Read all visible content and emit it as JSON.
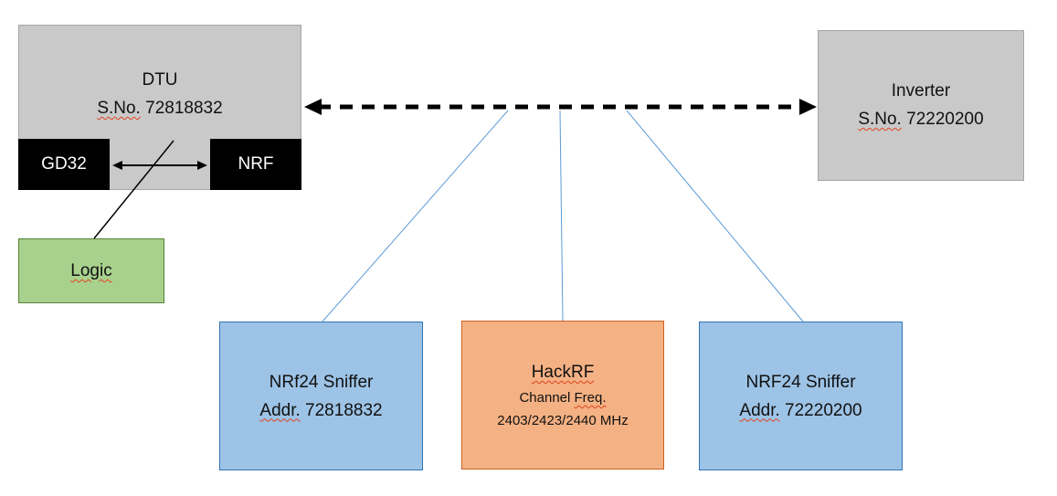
{
  "diagram": {
    "dtu": {
      "title": "DTU",
      "serial_label": "S.No.",
      "serial_value": "72818832",
      "gd32_label": "GD32",
      "nrf_label": "NRF"
    },
    "inverter": {
      "title": "Inverter",
      "serial_label": "S.No.",
      "serial_value": "72220200"
    },
    "logic": {
      "label": "Logic"
    },
    "sniffer_left": {
      "title": "NRf24 Sniffer",
      "addr_label": "Addr.",
      "addr_value": "72818832"
    },
    "hackrf": {
      "title": "HackRF",
      "channel_label": "Channel",
      "freq_label": "Freq.",
      "frequencies": "2403/2423/2440 MHz"
    },
    "sniffer_right": {
      "title": "NRF24 Sniffer",
      "addr_label": "Addr.",
      "addr_value": "72220200"
    },
    "colors": {
      "box_gray": "#c9c9c9",
      "box_black": "#000000",
      "box_green": "#a9d18e",
      "green_border": "#548235",
      "box_blue": "#9dc3e6",
      "blue_border": "#2e75b6",
      "box_orange": "#f4b183",
      "orange_border": "#cb6120",
      "connector_blue": "#5b9bd5",
      "arrow_black": "#000000",
      "squiggle_red": "#e0431f"
    }
  }
}
